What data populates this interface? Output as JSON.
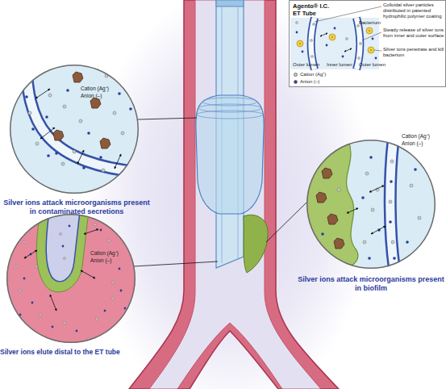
{
  "diagram": {
    "nodes": [
      {
        "text": [
          "Agento® I.C. ET Tube",
          "Colloidal silver particles distributed in patented hydrophilic polymer coating",
          "Steady release of silver ions from inner and outer surface",
          "Bacterium",
          "Silver ions penetrate and kill bacterium",
          "Outer lumen",
          "Inner lumen",
          "Outer lumen"
        ]
      },
      {
        "text": [
          "Cation (Ag⁺)",
          "Anion (–)",
          "Silver ions attack microorganisms present in contaminated secretions"
        ]
      },
      {
        "text": [
          "Cation (Ag⁺)",
          "Anion (–)",
          "Silver ions elute distal to the ET tube"
        ]
      },
      {
        "text": [
          "Cation (Ag⁺)",
          "Anion (–)",
          "Silver ions attack microorganisms present in biofilm"
        ]
      }
    ],
    "legend": [
      {
        "text": "Cation (Ag⁺)",
        "color": "#c9c9c9"
      },
      {
        "text": "Anion (–)",
        "color": "#2c3e9c"
      }
    ]
  }
}
